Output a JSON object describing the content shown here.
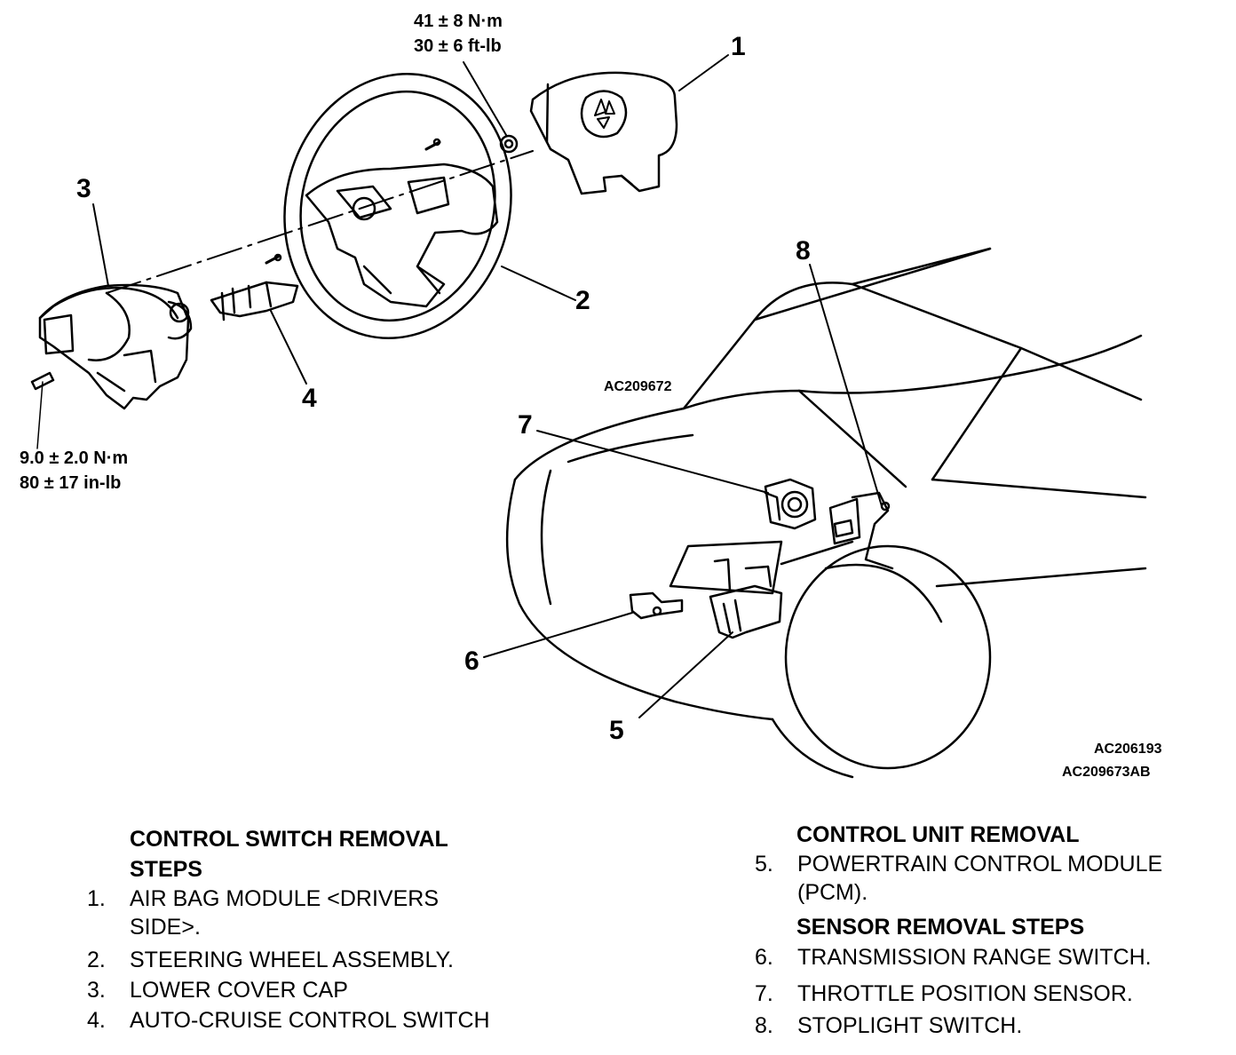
{
  "callouts": {
    "c1": "1",
    "c2": "2",
    "c3": "3",
    "c4": "4",
    "c5": "5",
    "c6": "6",
    "c7": "7",
    "c8": "8"
  },
  "torque": {
    "nut_nm": "41 ± 8 N·m",
    "nut_ftlb": "30 ± 6 ft-lb",
    "screw_nm": "9.0 ± 2.0 N·m",
    "screw_inlb": "80 ± 17 in-lb"
  },
  "codes": {
    "steering": "AC209672",
    "car_1": "AC206193",
    "car_2": "AC209673AB"
  },
  "control_switch": {
    "heading_1": "CONTROL SWITCH REMOVAL",
    "heading_2": "STEPS",
    "steps": [
      {
        "num": "1.",
        "line1": "AIR BAG MODULE <DRIVERS",
        "line2": "SIDE>."
      },
      {
        "num": "2.",
        "line1": "STEERING WHEEL ASSEMBLY."
      },
      {
        "num": "3.",
        "line1": "LOWER COVER CAP"
      },
      {
        "num": "4.",
        "line1": "AUTO-CRUISE CONTROL SWITCH"
      }
    ]
  },
  "control_unit": {
    "heading": "CONTROL UNIT REMOVAL",
    "steps": [
      {
        "num": "5.",
        "line1": "POWERTRAIN CONTROL MODULE",
        "line2": "(PCM)."
      }
    ]
  },
  "sensor": {
    "heading": "SENSOR REMOVAL STEPS",
    "steps": [
      {
        "num": "6.",
        "line1": "TRANSMISSION RANGE SWITCH."
      },
      {
        "num": "7.",
        "line1": "THROTTLE POSITION SENSOR."
      },
      {
        "num": "8.",
        "line1": "STOPLIGHT SWITCH."
      }
    ]
  }
}
